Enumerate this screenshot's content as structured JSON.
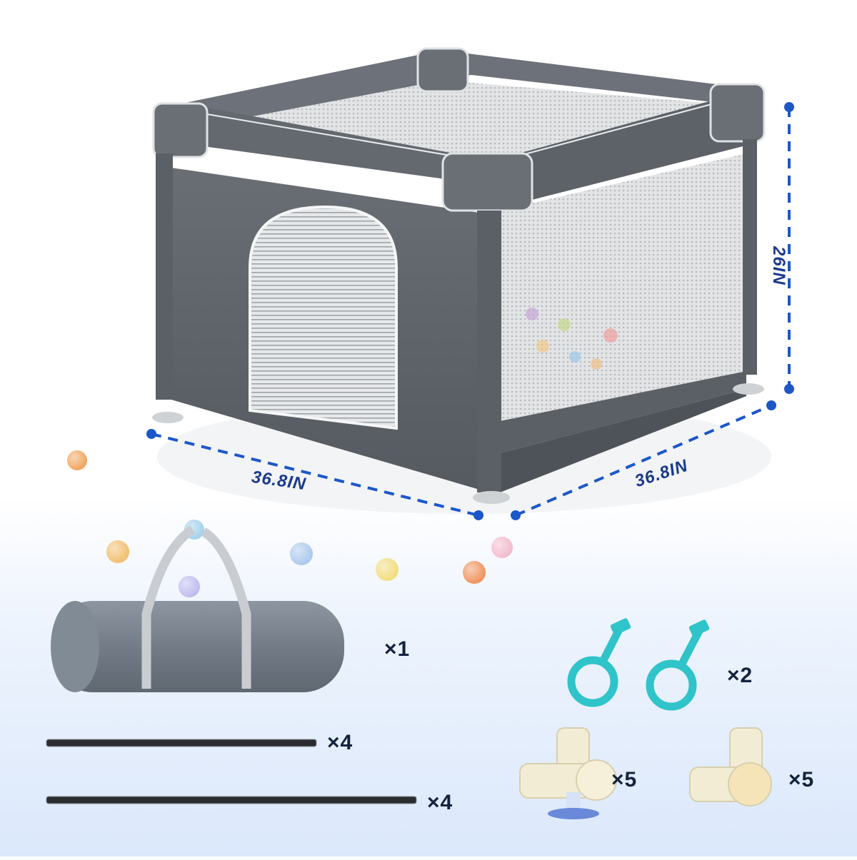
{
  "dimensions": {
    "width": "36.8IN",
    "depth": "36.8IN",
    "height": "26IN"
  },
  "quantities": {
    "bag": "×1",
    "long_poles": "×4",
    "short_poles": "×4",
    "pull_rings": "×2",
    "suction_connectors": "×5",
    "corner_connectors": "×5"
  },
  "colors": {
    "playpen_gray": "#5f646b",
    "mesh": "#d9dcdf",
    "dimension_blue": "#1c57c9",
    "ring_teal": "#2fc4c9",
    "connector_ivory": "#f3ecd5"
  },
  "balls": [
    "orange",
    "blue",
    "yellow",
    "purple",
    "pink",
    "lemon"
  ]
}
